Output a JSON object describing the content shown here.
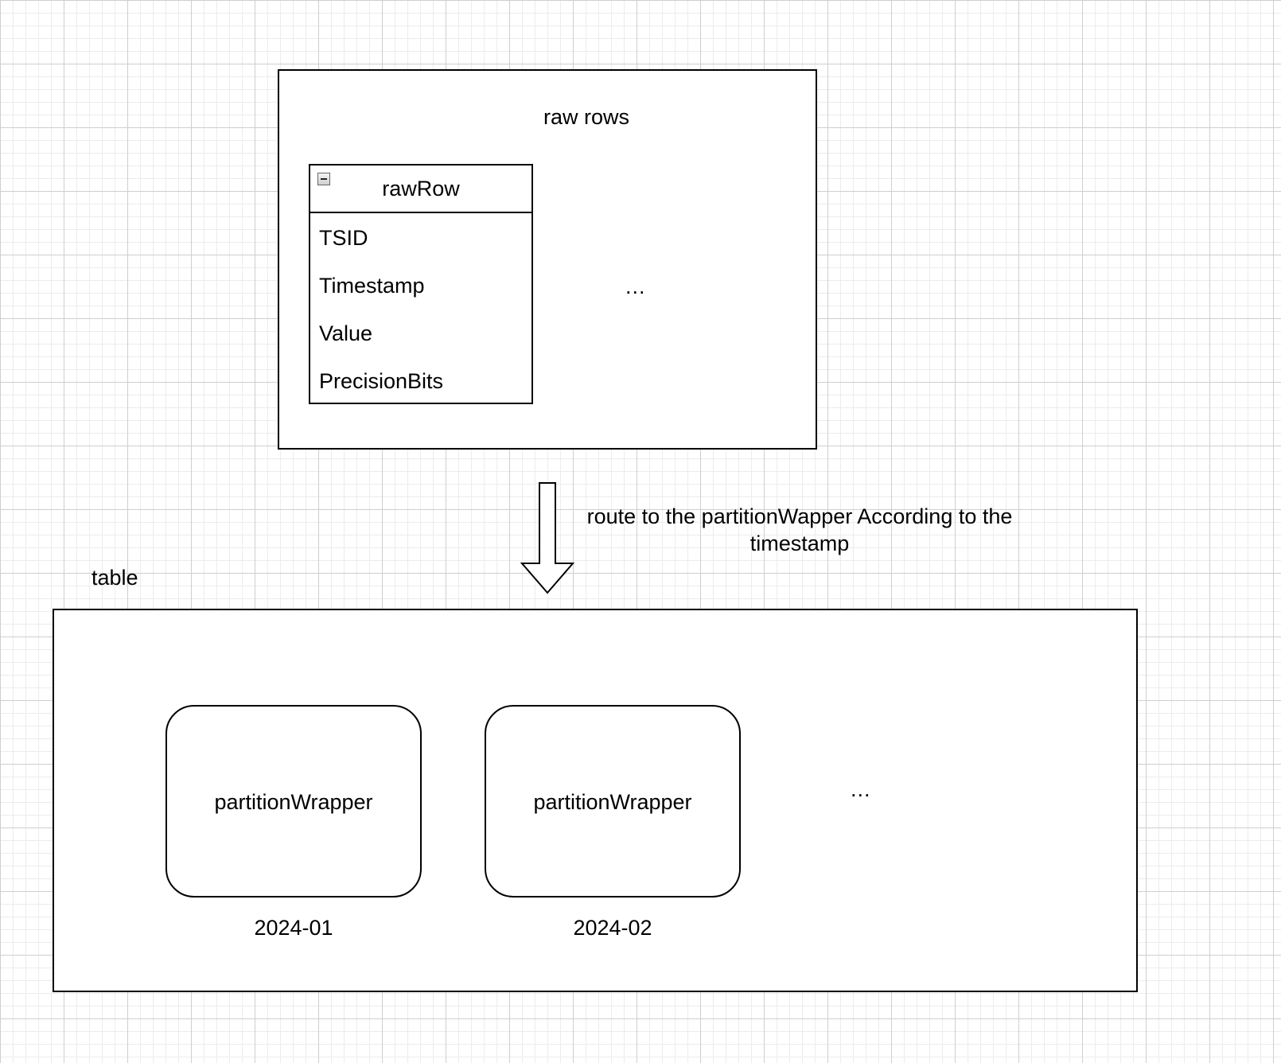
{
  "raw_rows": {
    "title": "raw rows",
    "ellipsis": "..."
  },
  "raw_row_class": {
    "title": "rawRow",
    "fields": [
      "TSID",
      "Timestamp",
      "Value",
      "PrecisionBits"
    ]
  },
  "arrow": {
    "label": "route to the partitionWapper According to the timestamp"
  },
  "table": {
    "label": "table",
    "partitions": [
      {
        "label": "partitionWrapper",
        "date": "2024-01"
      },
      {
        "label": "partitionWrapper",
        "date": "2024-02"
      }
    ],
    "ellipsis": "..."
  },
  "colors": {
    "stroke": "#000000",
    "background": "#ffffff",
    "grid": "#cfcfcf"
  }
}
